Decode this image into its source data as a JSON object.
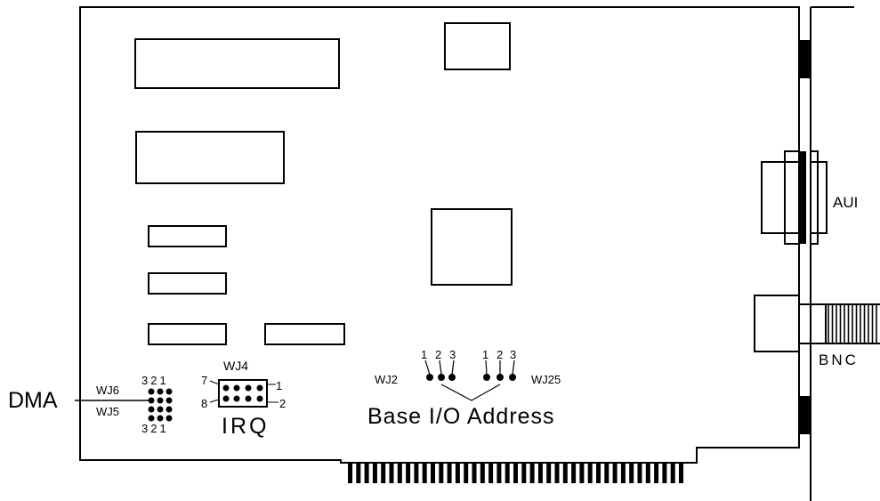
{
  "labels": {
    "aui": "AUI",
    "bnc": "BNC",
    "dma": "DMA",
    "irq": "IRQ",
    "base_io": "Base I/O Address"
  },
  "jumpers": {
    "wj6": "WJ6",
    "wj5": "WJ5",
    "wj4": "WJ4",
    "wj2": "WJ2",
    "wj25": "WJ25"
  },
  "pin_numbers": {
    "dma_top": "321",
    "dma_bottom": "321",
    "irq_top_left": "7",
    "irq_bottom_left": "8",
    "irq_top_right": "1",
    "irq_bottom_right": "2",
    "wj2_pins": [
      "1",
      "2",
      "3"
    ],
    "wj25_pins": [
      "1",
      "2",
      "3"
    ]
  },
  "colors": {
    "line": "#000000",
    "background": "#ffffff"
  }
}
